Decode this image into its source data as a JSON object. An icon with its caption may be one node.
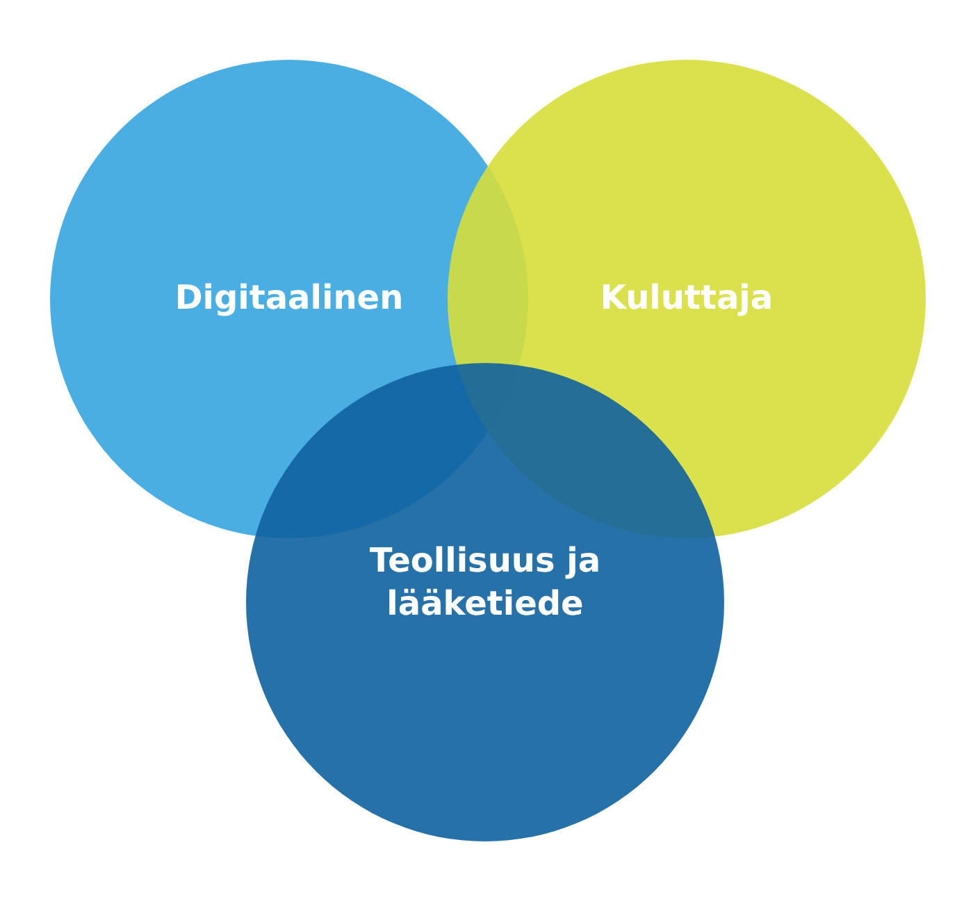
{
  "diagram": {
    "nodes": [
      {
        "text": [
          "Digitaalinen"
        ]
      },
      {
        "text": [
          "Kuluttaja"
        ]
      },
      {
        "text": [
          "Teollisuus ja lääketiede"
        ]
      }
    ]
  }
}
